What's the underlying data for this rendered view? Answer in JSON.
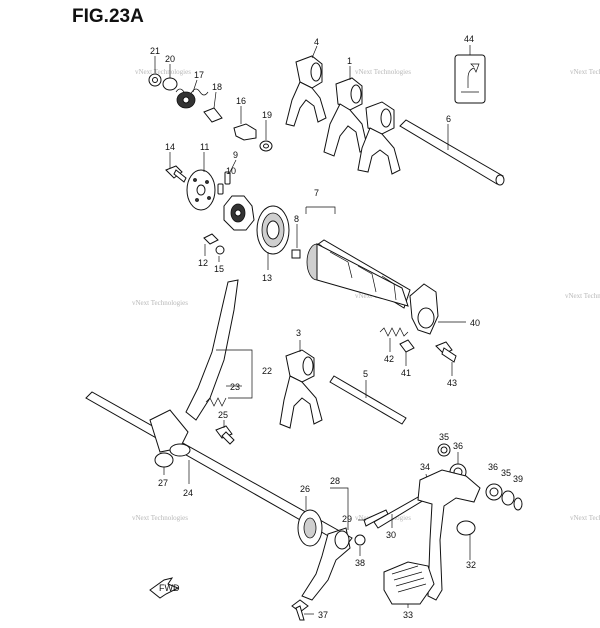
{
  "figure": {
    "title": "FIG.23A"
  },
  "watermark": {
    "text": "vNext Technologies"
  },
  "fwd_label": "FWD",
  "callouts": [
    "1",
    "3",
    "4",
    "5",
    "6",
    "7",
    "8",
    "9",
    "10",
    "11",
    "12",
    "13",
    "14",
    "15",
    "16",
    "17",
    "18",
    "19",
    "20",
    "21",
    "22",
    "23",
    "24",
    "25",
    "26",
    "27",
    "28",
    "29",
    "30",
    "32",
    "33",
    "34",
    "35",
    "36",
    "37",
    "38",
    "39",
    "40",
    "41",
    "42",
    "43",
    "44"
  ],
  "parts": [
    {
      "id": "1"
    },
    {
      "id": "3"
    },
    {
      "id": "4"
    },
    {
      "id": "5"
    },
    {
      "id": "6"
    },
    {
      "id": "7"
    },
    {
      "id": "8"
    },
    {
      "id": "9"
    },
    {
      "id": "10"
    },
    {
      "id": "11"
    },
    {
      "id": "12"
    },
    {
      "id": "13"
    },
    {
      "id": "14"
    },
    {
      "id": "15"
    },
    {
      "id": "16"
    },
    {
      "id": "17"
    },
    {
      "id": "18"
    },
    {
      "id": "19"
    },
    {
      "id": "20"
    },
    {
      "id": "21"
    },
    {
      "id": "22"
    },
    {
      "id": "23"
    },
    {
      "id": "24"
    },
    {
      "id": "25"
    },
    {
      "id": "26"
    },
    {
      "id": "27"
    },
    {
      "id": "28"
    },
    {
      "id": "29"
    },
    {
      "id": "30"
    },
    {
      "id": "32"
    },
    {
      "id": "33"
    },
    {
      "id": "34"
    },
    {
      "id": "35"
    },
    {
      "id": "36"
    },
    {
      "id": "37"
    },
    {
      "id": "38"
    },
    {
      "id": "39"
    },
    {
      "id": "40"
    },
    {
      "id": "41"
    },
    {
      "id": "42"
    },
    {
      "id": "43"
    },
    {
      "id": "44"
    }
  ]
}
